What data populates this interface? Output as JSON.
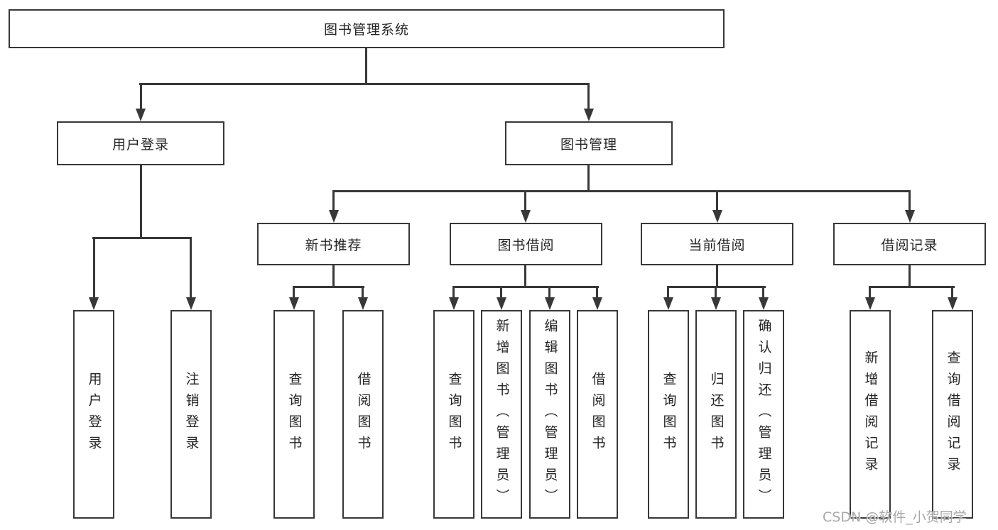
{
  "tree": {
    "label": "图书管理系统",
    "children": [
      {
        "label": "用户登录",
        "children": [
          {
            "label": "用户登录"
          },
          {
            "label": "注销登录"
          }
        ]
      },
      {
        "label": "图书管理",
        "children": [
          {
            "label": "新书推荐",
            "children": [
              {
                "label": "查询图书"
              },
              {
                "label": "借阅图书"
              }
            ]
          },
          {
            "label": "图书借阅",
            "children": [
              {
                "label": "查询图书"
              },
              {
                "label": "新增图书（管理员）"
              },
              {
                "label": "编辑图书（管理员）"
              },
              {
                "label": "借阅图书"
              }
            ]
          },
          {
            "label": "当前借阅",
            "children": [
              {
                "label": "查询图书"
              },
              {
                "label": "归还图书"
              },
              {
                "label": "确认归还（管理员）"
              }
            ]
          },
          {
            "label": "借阅记录",
            "children": [
              {
                "label": "新增借阅记录"
              },
              {
                "label": "查询借阅记录"
              }
            ]
          }
        ]
      }
    ]
  },
  "watermark": {
    "text": "CSDN @软件_小贺同学"
  },
  "colors": {
    "line": "#383838",
    "box_background": "#ffffff",
    "text": "#242424",
    "watermark": "#a8a8a8",
    "page_background": "#ffffff"
  }
}
